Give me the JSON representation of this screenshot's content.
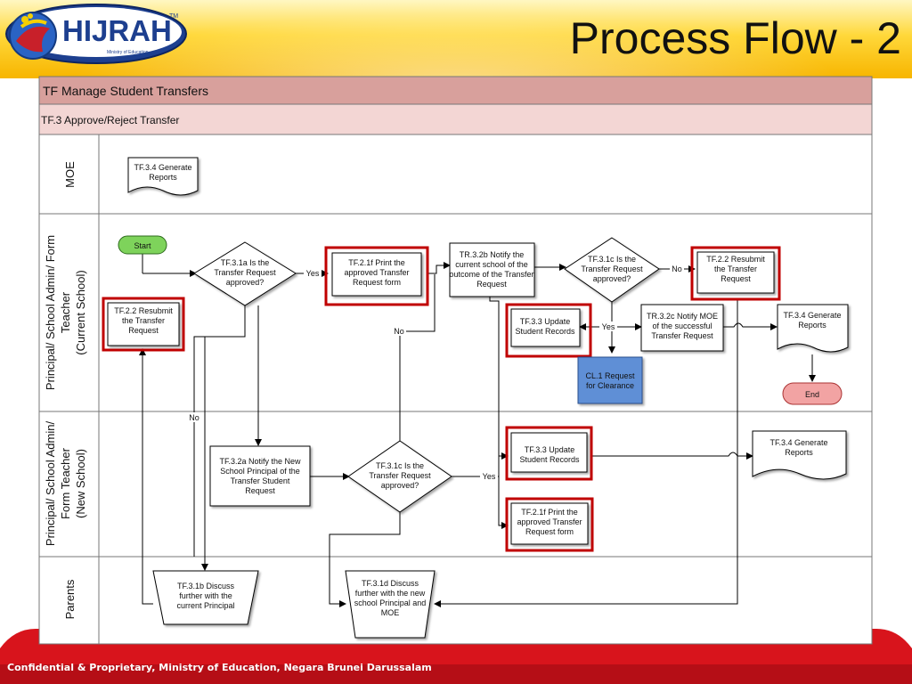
{
  "header": {
    "title": "Process Flow - 2",
    "logo_text": "HIJRAH",
    "logo_tm": "TM",
    "logo_subtitle": "Ministry of Education"
  },
  "footer": {
    "text": "Confidential & Proprietary, Ministry of Education, Negara Brunei Darussalam"
  },
  "diagram": {
    "title": "TF Manage Student Transfers",
    "subtitle": "TF.3 Approve/Reject Transfer",
    "lanes": [
      {
        "lines": [
          "MOE"
        ]
      },
      {
        "lines": [
          "Principal/ School Admin/ Form",
          "Teacher",
          "(Current School)"
        ]
      },
      {
        "lines": [
          "Principal/ School Admin/",
          "Form Teacher",
          "(New School)"
        ]
      },
      {
        "lines": [
          "Parents"
        ]
      }
    ],
    "nodes": {
      "moe_generate_reports": [
        "TF.3.4 Generate",
        "Reports"
      ],
      "start": [
        "Start"
      ],
      "decision_3_1a": [
        "TF.3.1a Is the",
        "Transfer Request",
        "approved?"
      ],
      "print_form_current": [
        "TF.2.1f Print the",
        "approved Transfer",
        "Request form"
      ],
      "resubmit_left": [
        "TF.2.2 Resubmit",
        "the Transfer",
        "Request"
      ],
      "notify_current_school": [
        "TR.3.2b Notify the",
        "current school of the",
        "outcome of the Transfer",
        "Request"
      ],
      "decision_3_1c_current": [
        "TF.3.1c Is the",
        "Transfer Request",
        "approved?"
      ],
      "resubmit_right": [
        "TF.2.2 Resubmit",
        "the Transfer",
        "Request"
      ],
      "update_records_current": [
        "TF.3.3 Update",
        "Student Records"
      ],
      "notify_moe": [
        "TR.3.2c Notify MOE",
        "of the successful",
        "Transfer Request"
      ],
      "generate_reports_current": [
        "TF.3.4 Generate",
        "Reports"
      ],
      "clearance_request": [
        "CL.1 Request",
        "for Clearance"
      ],
      "end": [
        "End"
      ],
      "notify_new_school": [
        "TF.3.2a Notify the New",
        "School Principal of the",
        "Transfer Student",
        "Request"
      ],
      "decision_3_1c_new": [
        "TF.3.1c Is the",
        "Transfer Request",
        "approved?"
      ],
      "update_records_new": [
        "TF.3.3 Update",
        "Student Records"
      ],
      "print_form_new": [
        "TF.2.1f Print the",
        "approved Transfer",
        "Request form"
      ],
      "generate_reports_new": [
        "TF.3.4 Generate",
        "Reports"
      ],
      "discuss_current_principal": [
        "TF.3.1b Discuss",
        "further with the",
        "current Principal"
      ],
      "discuss_new_school": [
        "TF.3.1d Discuss",
        "further with the new",
        "school Principal and",
        "MOE"
      ]
    },
    "edge_labels": {
      "yes_1a": "Yes",
      "no_1a": "No",
      "no_mid": "No",
      "no_1c": "No",
      "yes_1c": "Yes",
      "yes_new": "Yes"
    },
    "colors": {
      "title_bar": "#d8a09c",
      "subtitle_bar": "#f3d6d4",
      "highlight_border": "#c00000",
      "start_fill": "#7ed35b",
      "end_fill": "#f2a3a3",
      "clearance_fill": "#5f8fd6",
      "footer_red": "#d8141c"
    }
  }
}
